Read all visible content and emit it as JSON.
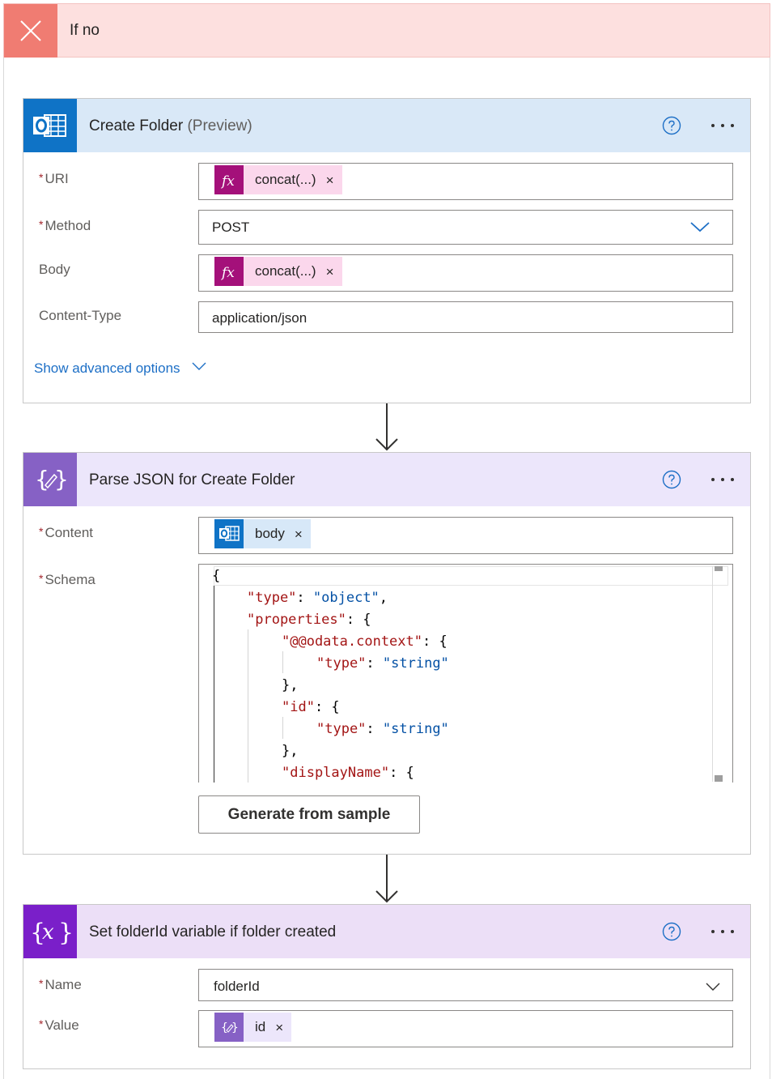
{
  "condition": {
    "title": "If no",
    "colors": {
      "header_bg": "#fde0df",
      "icon_bg": "#f07c72"
    }
  },
  "create_folder": {
    "title": "Create Folder",
    "subtitle": "(Preview)",
    "header_color": "#d9e8f7",
    "icon_color": "#0f73c6",
    "uri_label": "URI",
    "uri_token": "concat(...)",
    "method_label": "Method",
    "method_value": "POST",
    "body_label": "Body",
    "body_token": "concat(...)",
    "content_type_label": "Content-Type",
    "content_type_value": "application/json",
    "advanced_link": "Show advanced options",
    "token_close": "×"
  },
  "parse_json": {
    "title": "Parse JSON for Create Folder",
    "header_color": "#ece6fb",
    "icon_color": "#8661c5",
    "content_label": "Content",
    "content_token": "body",
    "schema_label": "Schema",
    "schema_lines": [
      "{",
      "\"type\"",
      ": ",
      "\"object\"",
      ",",
      "\"properties\"",
      ": {",
      "\"@@odata.context\"",
      ": {",
      "\"type\"",
      ": ",
      "\"string\"",
      "},",
      "\"id\"",
      ": {",
      "\"type\"",
      ": ",
      "\"string\"",
      "},",
      "\"displayName\"",
      ": {"
    ],
    "generate_button": "Generate from sample",
    "token_close": "×"
  },
  "set_variable": {
    "title": "Set folderId variable if folder created",
    "header_color": "#ecdff7",
    "icon_color": "#7a1fc9",
    "name_label": "Name",
    "name_value": "folderId",
    "value_label": "Value",
    "value_token": "id",
    "token_close": "×"
  },
  "icons": {
    "condition": "close-x-icon",
    "outlook": "outlook-icon",
    "parse": "parse-json-icon",
    "variable": "variable-icon",
    "help": "help-circle-icon",
    "more": "more-ellipsis-icon",
    "dropdown": "chevron-down-icon",
    "expression": "fx-icon",
    "arrow": "arrow-down-icon"
  }
}
